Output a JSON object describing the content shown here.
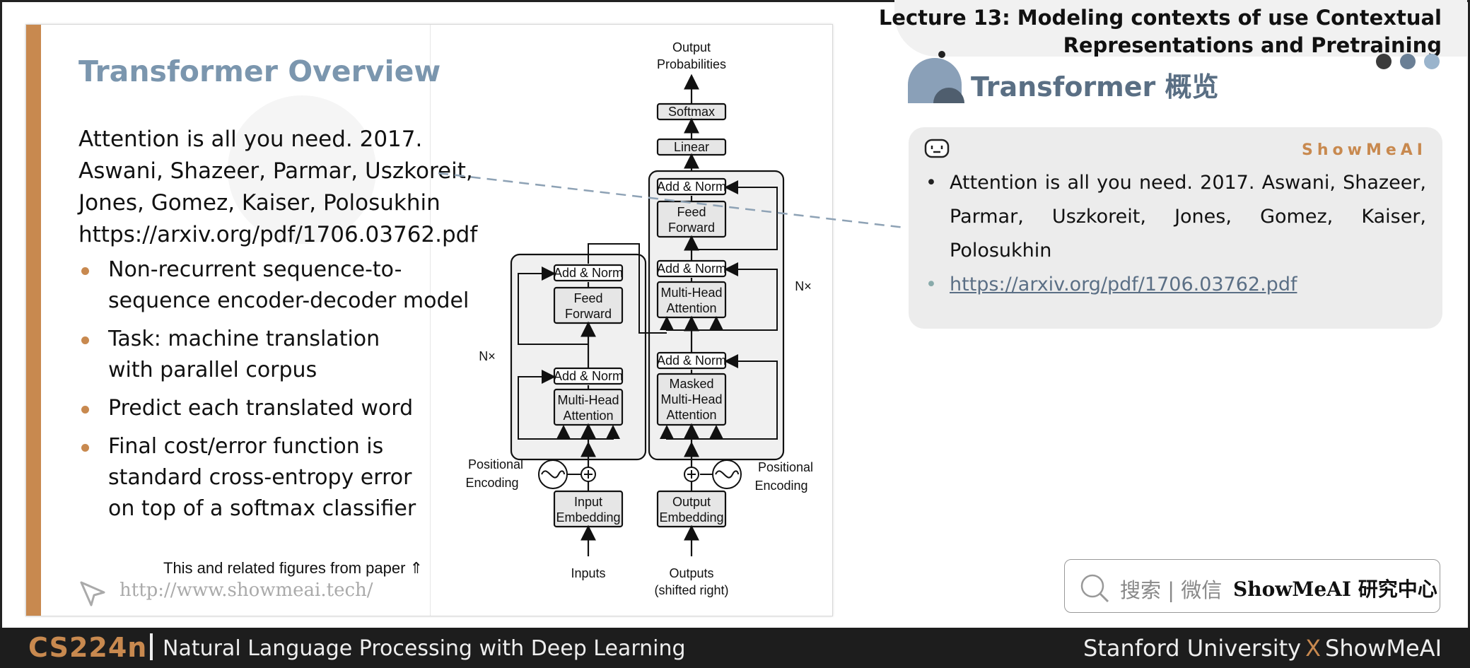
{
  "slide": {
    "title": "Transformer Overview",
    "citation_lines": [
      "Attention is all you need. 2017.",
      "Aswani, Shazeer, Parmar, Uszkoreit,",
      "Jones, Gomez, Kaiser, Polosukhin",
      "https://arxiv.org/pdf/1706.03762.pdf"
    ],
    "bullets": [
      "Non-recurrent sequence-to-\nsequence encoder-decoder model",
      "Task: machine translation\nwith parallel corpus",
      "Predict each translated word",
      "Final cost/error function is\nstandard cross-entropy error\non top of a softmax classifier"
    ],
    "figure_note": "This and related figures from paper ⇑",
    "url": "http://www.showmeai.tech/"
  },
  "diagram": {
    "output_probabilities": [
      "Output",
      "Probabilities"
    ],
    "softmax": "Softmax",
    "linear": "Linear",
    "add_norm": "Add & Norm",
    "feed_forward": [
      "Feed",
      "Forward"
    ],
    "multi_head": [
      "Multi-Head",
      "Attention"
    ],
    "masked_multi_head": [
      "Masked",
      "Multi-Head",
      "Attention"
    ],
    "nx": "N×",
    "positional_encoding": [
      "Positional",
      "Encoding"
    ],
    "input_embedding": [
      "Input",
      "Embedding"
    ],
    "output_embedding": [
      "Output",
      "Embedding"
    ],
    "inputs": "Inputs",
    "outputs": [
      "Outputs",
      "(shifted right)"
    ]
  },
  "header": {
    "lecture_title_line1": "Lecture 13:  Modeling contexts of use Contextual",
    "lecture_title_line2": "Representations and Pretraining",
    "dot_colors": [
      "#3b3b3b",
      "#6a7f95",
      "#9ab4cc"
    ]
  },
  "section": {
    "title": "Transformer 概览"
  },
  "card": {
    "brand": "ShowMeAI",
    "items": [
      "Attention is all you need. 2017. Aswani, Shazeer, Parmar, Uszkoreit, Jones, Gomez, Kaiser, Polosukhin"
    ],
    "link": "https://arxiv.org/pdf/1706.03762.pdf"
  },
  "search": {
    "label": "搜索 | 微信",
    "brand": "ShowMeAI 研究中心"
  },
  "footer": {
    "course": "CS224n",
    "course_subtitle": "Natural Language Processing with Deep Learning",
    "right_left": "Stanford University",
    "right_x": "X",
    "right_right": "ShowMeAI"
  },
  "colors": {
    "accent": "#c8894f",
    "section_title": "#5a6f84",
    "slide_title": "#7b96ae"
  }
}
